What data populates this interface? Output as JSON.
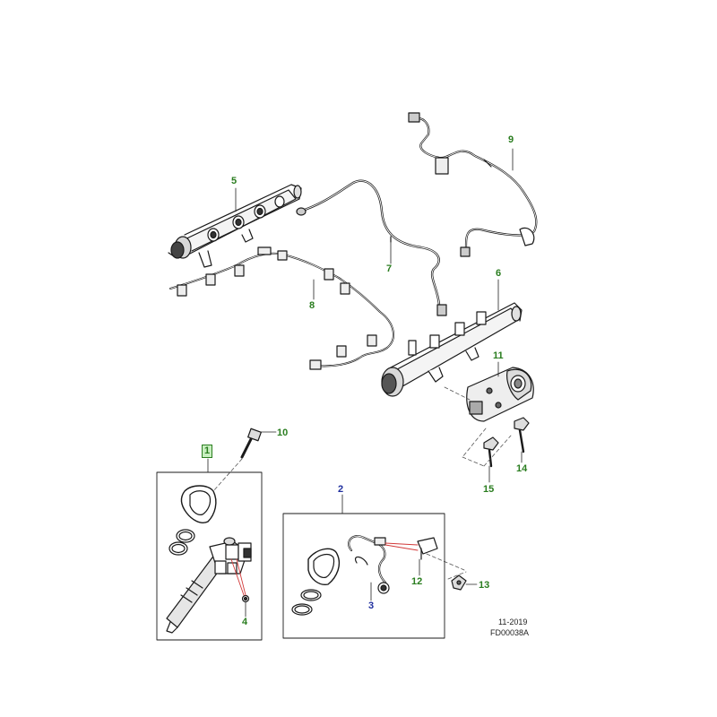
{
  "callouts": {
    "c1": "1",
    "c2": "2",
    "c3": "3",
    "c4": "4",
    "c5": "5",
    "c6": "6",
    "c7": "7",
    "c8": "8",
    "c9": "9",
    "c10": "10",
    "c11": "11",
    "c12": "12",
    "c13": "13",
    "c14": "14",
    "c15": "15"
  },
  "footer": {
    "date": "11-2019",
    "code": "FD00038A"
  },
  "colors": {
    "callout_green": "#2a7d1f",
    "callout_blue": "#1f2f9e",
    "leader_red": "#d23a3a",
    "line_art": "#1a1a1a"
  }
}
